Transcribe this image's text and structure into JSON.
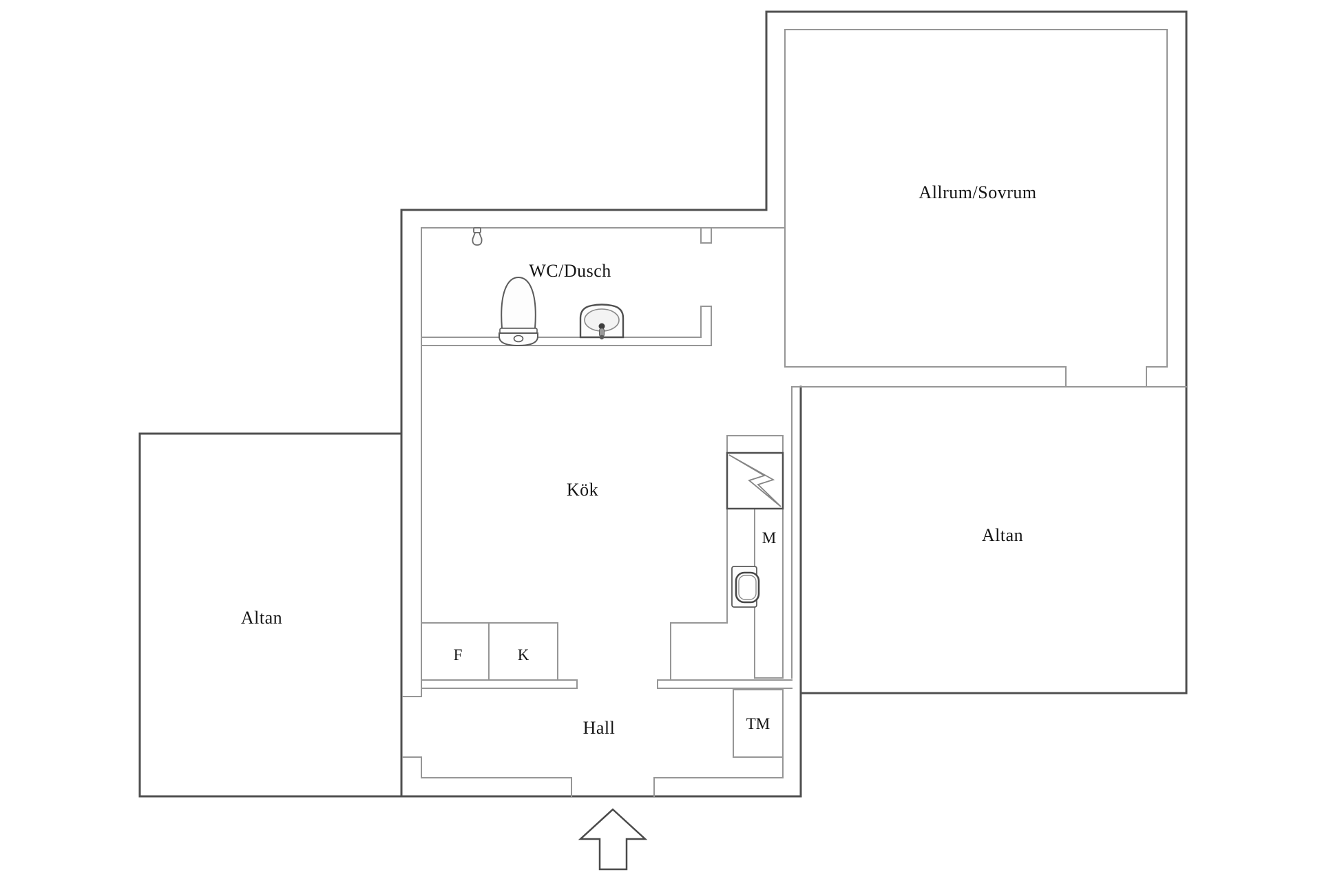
{
  "title": "Apartment floor plan",
  "colors": {
    "background": "#ffffff",
    "wall_outer": "#4f4f4f",
    "wall_inner": "#969696",
    "fixture_stroke": "#5a5a5a",
    "text": "#141414"
  },
  "rooms": [
    {
      "id": "allrum-sovrum",
      "label": "Allrum/Sovrum"
    },
    {
      "id": "wc-dusch",
      "label": "WC/Dusch"
    },
    {
      "id": "kok",
      "label": "Kök"
    },
    {
      "id": "altan-left",
      "label": "Altan"
    },
    {
      "id": "altan-right",
      "label": "Altan"
    },
    {
      "id": "hall",
      "label": "Hall"
    }
  ],
  "appliances": [
    {
      "id": "fridge",
      "label": "F"
    },
    {
      "id": "freezer",
      "label": "K"
    },
    {
      "id": "m-unit",
      "label": "M"
    },
    {
      "id": "tumble-dryer",
      "label": "TM"
    }
  ],
  "icons": [
    "shower-icon",
    "toilet-icon",
    "washbasin-icon",
    "kitchen-sink-icon",
    "electric-panel-lightning-icon",
    "entrance-arrow-icon"
  ]
}
